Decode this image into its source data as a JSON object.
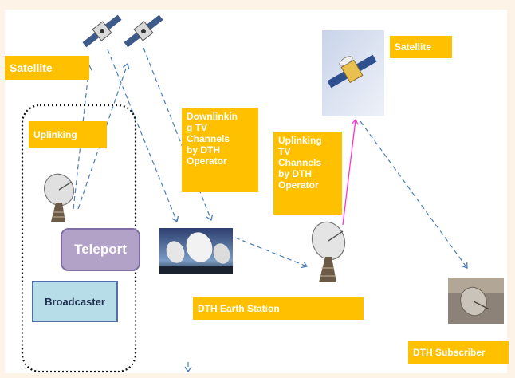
{
  "labels": {
    "satellite_left": "Satellite",
    "uplinking": "Uplinking",
    "downlinking": "Downlinkin\ng TV\nChannels\nby DTH\nOperator",
    "uplinking_dth": "Uplinking\nTV\nChannels\nby DTH\nOperator",
    "satellite_right": "Satellite",
    "teleport": "Teleport",
    "broadcaster": "Broadcaster",
    "earth_station": "DTH Earth Station",
    "subscriber": "DTH Subscriber"
  },
  "icons": {
    "satellite_a": "satellite-icon",
    "satellite_b": "satellite-icon",
    "satellite_photo": "satellite-photo",
    "broadcaster_dish": "satellite-dish-icon",
    "earth_station_photo": "dish-array-photo",
    "earth_station_dish": "satellite-dish-icon",
    "subscriber_photo": "home-dish-photo"
  },
  "colors": {
    "label_bg": "#ffc000",
    "arrow": "#4a7ebb",
    "uplink_arrow": "#ff33cc",
    "teleport_fill": "#b3a2c7",
    "broadcaster_fill": "#b7dee8"
  }
}
